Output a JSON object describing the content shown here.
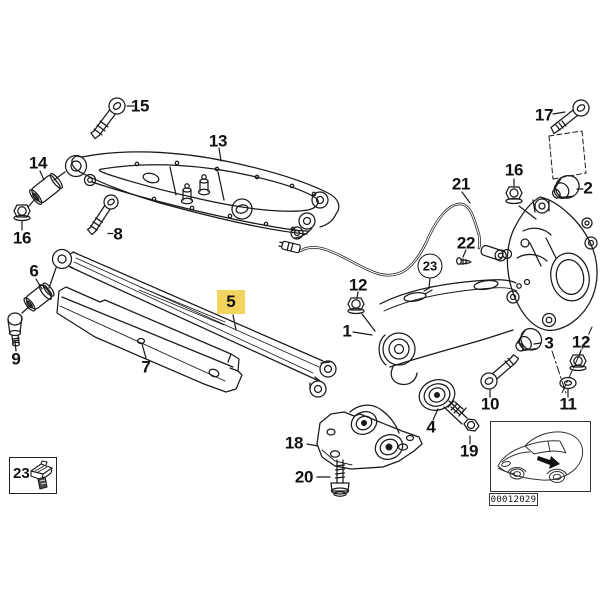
{
  "diagram": {
    "background_color": "#ffffff",
    "line_color": "#1a1a1a",
    "text_color": "#111111",
    "highlight": {
      "color": "#f2d35f",
      "label": "5"
    },
    "callouts": {
      "n1": "1",
      "n2": "2",
      "n3": "3",
      "n4": "4",
      "n5": "5",
      "n6": "6",
      "n7": "7",
      "n8": "8",
      "n9": "9",
      "n10": "10",
      "n11": "11",
      "n12_left": "12",
      "n12_right": "12",
      "n13": "13",
      "n14": "14",
      "n15": "15",
      "n16_left": "16",
      "n16_right": "16",
      "n17": "17",
      "n18": "18",
      "n19": "19",
      "n20": "20",
      "n21": "21",
      "n22": "22",
      "n23_circled": "23",
      "n23_inset": "23"
    },
    "car_inset": {
      "diagram_code": "00012029"
    }
  }
}
